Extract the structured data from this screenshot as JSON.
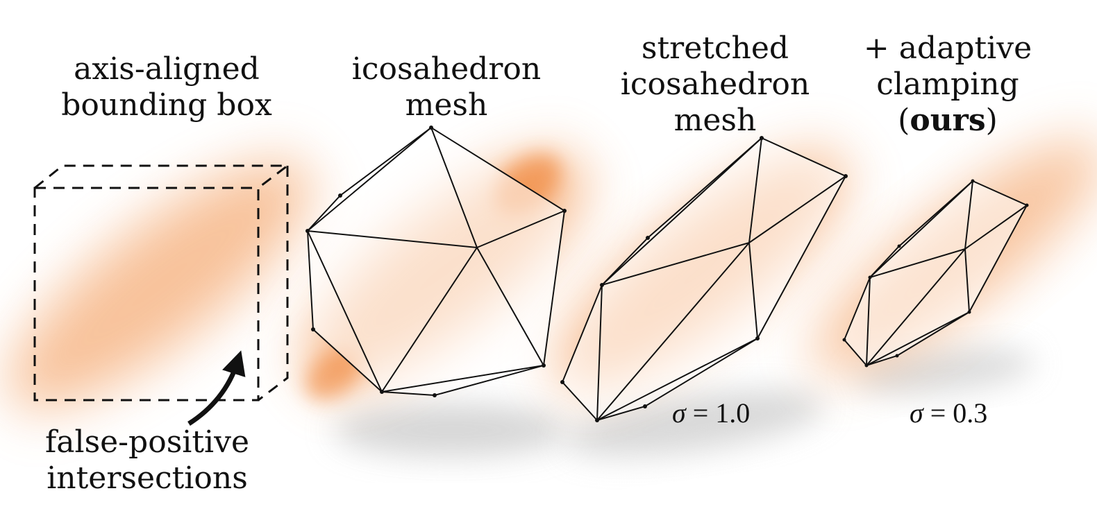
{
  "labels": {
    "aabb": [
      "axis-aligned",
      "bounding box"
    ],
    "ico": [
      "icosahedron",
      "mesh"
    ],
    "stretched": [
      "stretched",
      "icosahedron",
      "mesh"
    ],
    "ours": {
      "line1": "+ adaptive",
      "line2": "clamping",
      "open_paren": "(",
      "bold": "ours",
      "close_paren": ")"
    },
    "false_positive": [
      "false-positive",
      "intersections"
    ]
  },
  "sigma": {
    "symbol": "σ",
    "stretched": "= 1.0",
    "ours": "= 0.3"
  },
  "colors": {
    "gaussian": "#f08a3c",
    "shadow": "#c8c8c8",
    "line": "#111111"
  }
}
